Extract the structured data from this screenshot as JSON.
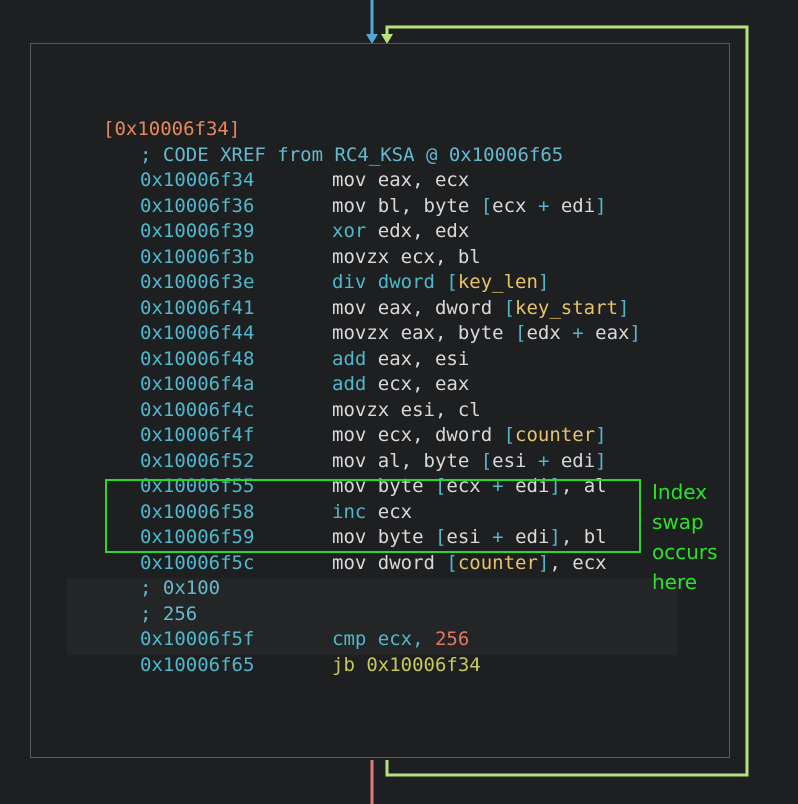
{
  "block": {
    "label": "[0x10006f34]",
    "xref_comment": "; CODE XREF from RC4_KSA @ 0x10006f65",
    "instructions": [
      {
        "addr": "0x10006f34",
        "parts": [
          {
            "t": "mov eax, ecx",
            "c": "plain"
          }
        ]
      },
      {
        "addr": "0x10006f36",
        "parts": [
          {
            "t": "mov bl, byte ",
            "c": "plain"
          },
          {
            "t": "[",
            "c": "br"
          },
          {
            "t": "ecx ",
            "c": "plain"
          },
          {
            "t": "+",
            "c": "op"
          },
          {
            "t": " edi",
            "c": "plain"
          },
          {
            "t": "]",
            "c": "br"
          }
        ]
      },
      {
        "addr": "0x10006f39",
        "parts": [
          {
            "t": "xor",
            "c": "kw"
          },
          {
            "t": " edx, edx",
            "c": "plain"
          }
        ]
      },
      {
        "addr": "0x10006f3b",
        "parts": [
          {
            "t": "movzx ecx, bl",
            "c": "plain"
          }
        ]
      },
      {
        "addr": "0x10006f3e",
        "parts": [
          {
            "t": "div dword ",
            "c": "kw"
          },
          {
            "t": "[",
            "c": "br"
          },
          {
            "t": "key_len",
            "c": "var"
          },
          {
            "t": "]",
            "c": "br"
          }
        ]
      },
      {
        "addr": "0x10006f41",
        "parts": [
          {
            "t": "mov eax, dword ",
            "c": "plain"
          },
          {
            "t": "[",
            "c": "br"
          },
          {
            "t": "key_start",
            "c": "var"
          },
          {
            "t": "]",
            "c": "br"
          }
        ]
      },
      {
        "addr": "0x10006f44",
        "parts": [
          {
            "t": "movzx eax, byte ",
            "c": "plain"
          },
          {
            "t": "[",
            "c": "br"
          },
          {
            "t": "edx ",
            "c": "plain"
          },
          {
            "t": "+",
            "c": "op"
          },
          {
            "t": " eax",
            "c": "plain"
          },
          {
            "t": "]",
            "c": "br"
          }
        ]
      },
      {
        "addr": "0x10006f48",
        "parts": [
          {
            "t": "add",
            "c": "kw"
          },
          {
            "t": " eax, esi",
            "c": "plain"
          }
        ]
      },
      {
        "addr": "0x10006f4a",
        "parts": [
          {
            "t": "add",
            "c": "kw"
          },
          {
            "t": " ecx, eax",
            "c": "plain"
          }
        ]
      },
      {
        "addr": "0x10006f4c",
        "parts": [
          {
            "t": "movzx esi, cl",
            "c": "plain"
          }
        ]
      },
      {
        "addr": "0x10006f4f",
        "parts": [
          {
            "t": "mov ecx, dword ",
            "c": "plain"
          },
          {
            "t": "[",
            "c": "br"
          },
          {
            "t": "counter",
            "c": "var"
          },
          {
            "t": "]",
            "c": "br"
          }
        ]
      },
      {
        "addr": "0x10006f52",
        "parts": [
          {
            "t": "mov al, byte ",
            "c": "plain"
          },
          {
            "t": "[",
            "c": "br"
          },
          {
            "t": "esi ",
            "c": "plain"
          },
          {
            "t": "+",
            "c": "op"
          },
          {
            "t": " edi",
            "c": "plain"
          },
          {
            "t": "]",
            "c": "br"
          }
        ]
      },
      {
        "addr": "0x10006f55",
        "parts": [
          {
            "t": "mov byte ",
            "c": "plain"
          },
          {
            "t": "[",
            "c": "br"
          },
          {
            "t": "ecx ",
            "c": "plain"
          },
          {
            "t": "+",
            "c": "op"
          },
          {
            "t": " edi",
            "c": "plain"
          },
          {
            "t": "]",
            "c": "br"
          },
          {
            "t": ", al",
            "c": "plain"
          }
        ]
      },
      {
        "addr": "0x10006f58",
        "parts": [
          {
            "t": "inc",
            "c": "kw"
          },
          {
            "t": " ecx",
            "c": "plain"
          }
        ]
      },
      {
        "addr": "0x10006f59",
        "parts": [
          {
            "t": "mov byte ",
            "c": "plain"
          },
          {
            "t": "[",
            "c": "br"
          },
          {
            "t": "esi ",
            "c": "plain"
          },
          {
            "t": "+",
            "c": "op"
          },
          {
            "t": " edi",
            "c": "plain"
          },
          {
            "t": "]",
            "c": "br"
          },
          {
            "t": ", bl",
            "c": "plain"
          }
        ]
      },
      {
        "addr": "0x10006f5c",
        "parts": [
          {
            "t": "mov dword ",
            "c": "plain"
          },
          {
            "t": "[",
            "c": "br"
          },
          {
            "t": "counter",
            "c": "var"
          },
          {
            "t": "]",
            "c": "br"
          },
          {
            "t": ", ecx",
            "c": "plain"
          }
        ]
      }
    ],
    "comments": [
      "; 0x100",
      "; 256"
    ],
    "tail": [
      {
        "addr": "0x10006f5f",
        "parts": [
          {
            "t": "cmp ecx, ",
            "c": "kw"
          },
          {
            "t": "256",
            "c": "num"
          }
        ]
      },
      {
        "addr": "0x10006f65",
        "parts": [
          {
            "t": "jb 0x10006f34",
            "c": "jmp"
          }
        ]
      }
    ]
  },
  "annotation": {
    "lines": [
      "Index",
      "swap",
      "occurs",
      "here"
    ],
    "color": "#2ce12c"
  },
  "colors": {
    "incoming_edge": "#4fa8d6",
    "loop_edge": "#b5e27a",
    "outgoing_edge": "#e07a7a",
    "block_border": "#58595a",
    "background": "#1e1f21"
  }
}
